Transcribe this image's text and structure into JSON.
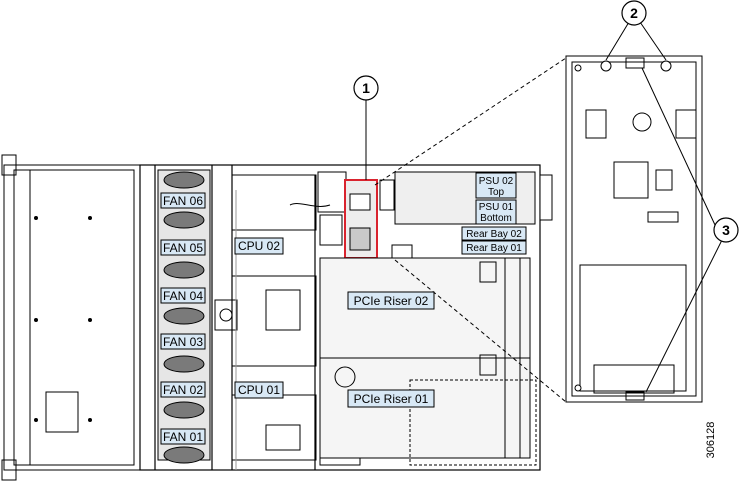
{
  "fans": [
    "FAN 06",
    "FAN 05",
    "FAN 04",
    "FAN 03",
    "FAN 02",
    "FAN 01"
  ],
  "cpus": [
    "CPU 02",
    "CPU 01"
  ],
  "psu": {
    "top_line1": "PSU 02",
    "top_line2": "Top",
    "bottom_line1": "PSU 01",
    "bottom_line2": "Bottom"
  },
  "rear_bays": [
    "Rear Bay 02",
    "Rear Bay 01"
  ],
  "risers": [
    "PCIe Riser 02",
    "PCIe Riser 01"
  ],
  "callouts": [
    "1",
    "2",
    "3"
  ],
  "figure_id": "306128",
  "colors": {
    "label_fill": "#d8e8f5",
    "highlight": "#d9232e",
    "line": "#000000",
    "gray": "#9a9a9a"
  }
}
